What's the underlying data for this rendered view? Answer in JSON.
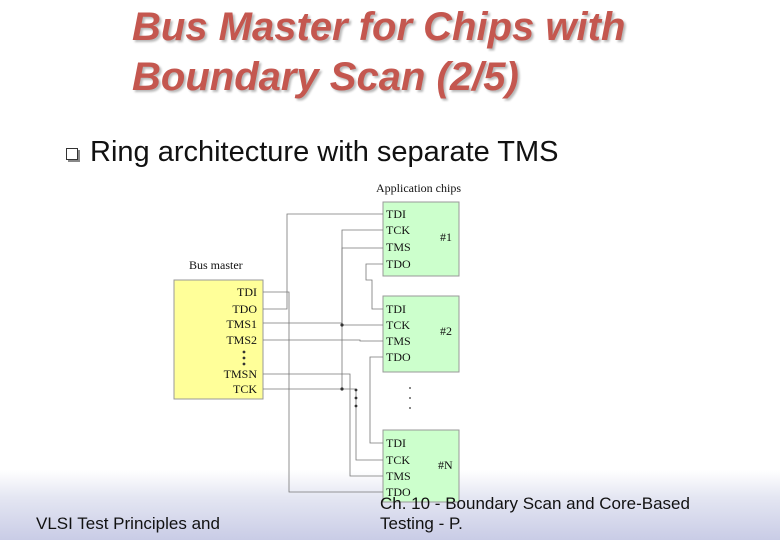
{
  "slide": {
    "title_line1": "Bus Master for Chips with",
    "title_line2": "Boundary Scan (2/5)",
    "bullet": "Ring architecture with separate TMS"
  },
  "diagram": {
    "application_chips_label": "Application chips",
    "bus_master": {
      "label": "Bus master",
      "pins": [
        "TDI",
        "TDO",
        "TMS1",
        "TMS2",
        "TMSN",
        "TCK"
      ]
    },
    "chips": [
      {
        "id": "#1",
        "pins": [
          "TDI",
          "TCK",
          "TMS",
          "TDO"
        ]
      },
      {
        "id": "#2",
        "pins": [
          "TDI",
          "TCK",
          "TMS",
          "TDO"
        ]
      },
      {
        "id": "#N",
        "pins": [
          "TDI",
          "TCK",
          "TMS",
          "TDO"
        ]
      }
    ],
    "colors": {
      "bus_master_fill": "#ffff99",
      "chip_fill": "#ccffcc",
      "title": "#c4574f"
    }
  },
  "footer": {
    "left": "VLSI Test Principles and",
    "right_line1": "Ch. 10 - Boundary Scan and Core-Based",
    "right_line2": "Testing - P."
  }
}
